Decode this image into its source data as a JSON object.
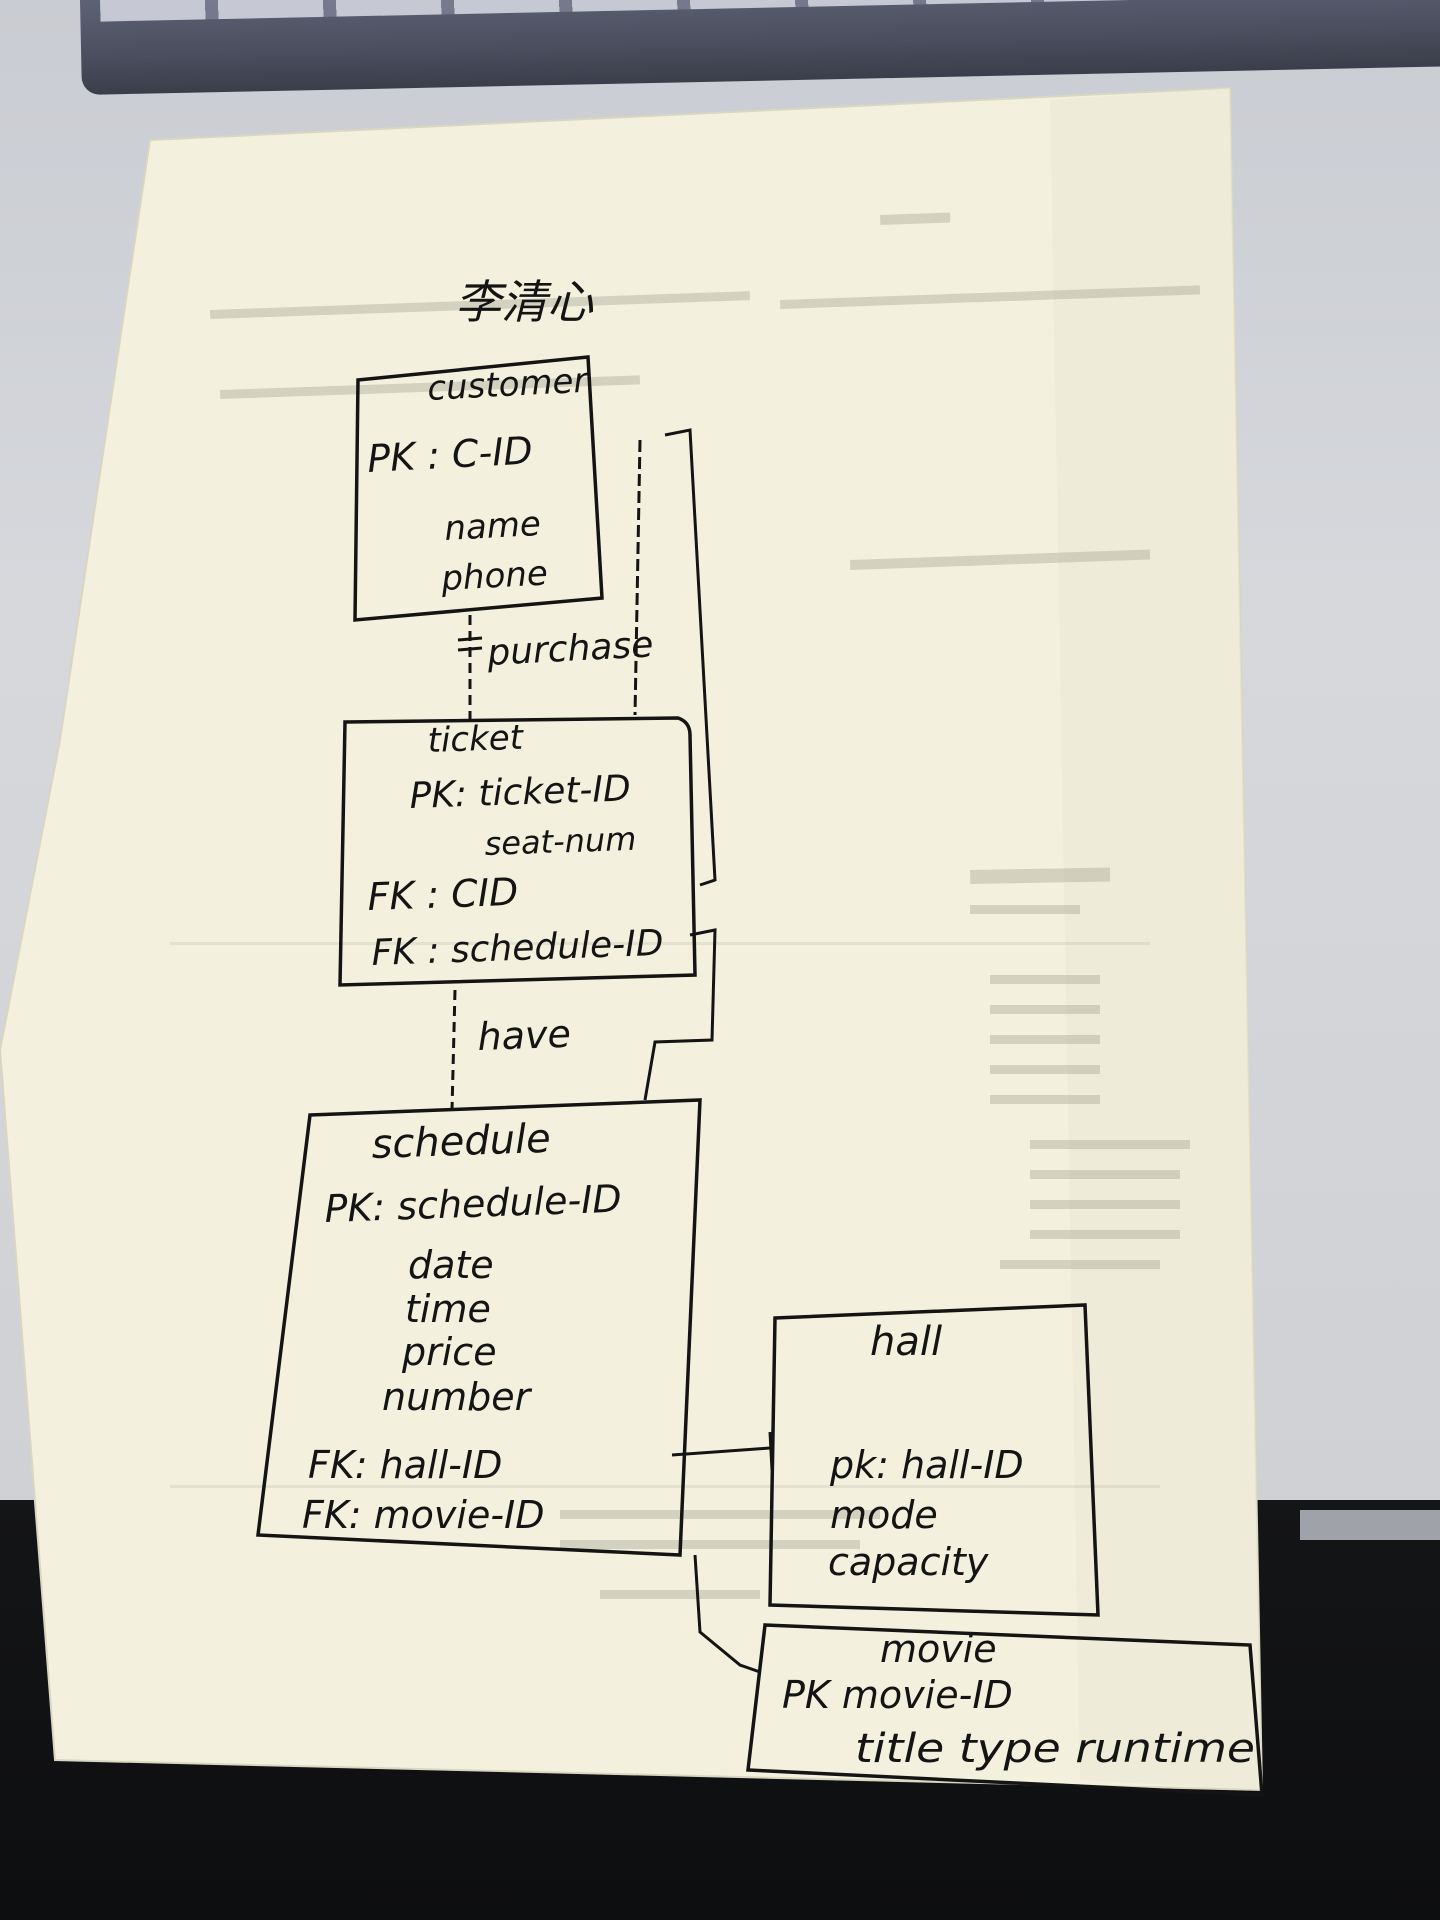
{
  "author": "李清心",
  "entities": {
    "customer": {
      "name": "customer",
      "pk": "PK : C-ID",
      "attrs": [
        "name",
        "phone"
      ]
    },
    "ticket": {
      "name": "ticket",
      "pk": "PK: ticket-ID",
      "attrs": [
        "seat-num"
      ],
      "fk1": "FK : CID",
      "fk2": "FK : schedule-ID"
    },
    "schedule": {
      "name": "schedule",
      "pk": "PK: schedule-ID",
      "attrs": [
        "date",
        "time",
        "price",
        "number"
      ],
      "fk1": "FK: hall-ID",
      "fk2": "FK: movie-ID"
    },
    "hall": {
      "name": "hall",
      "pk": "pk: hall-ID",
      "attrs": [
        "mode",
        "capacity"
      ]
    },
    "movie": {
      "name": "movie",
      "pk": "PK movie-ID",
      "attrs": "title type runtime"
    }
  },
  "relationships": {
    "purchase": "purchase",
    "have": "have"
  },
  "colors": {
    "paper": "#f3f1de",
    "ink": "#141414",
    "bleed": "#b9b8a8"
  }
}
